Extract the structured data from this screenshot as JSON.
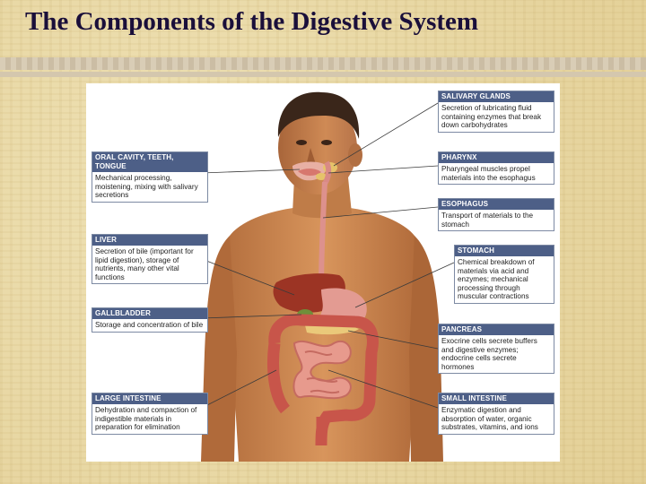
{
  "title": "The Components of the Digestive System",
  "labels": {
    "salivary_glands": {
      "heading": "SALIVARY GLANDS",
      "text": "Secretion of lubricating fluid containing enzymes that break down carbohydrates"
    },
    "oral_cavity": {
      "heading": "ORAL CAVITY, TEETH, TONGUE",
      "text": "Mechanical processing, moistening, mixing with salivary secretions"
    },
    "pharynx": {
      "heading": "PHARYNX",
      "text": "Pharyngeal muscles propel materials into the esophagus"
    },
    "esophagus": {
      "heading": "ESOPHAGUS",
      "text": "Transport of materials to the stomach"
    },
    "liver": {
      "heading": "LIVER",
      "text": "Secretion of bile (important for lipid digestion), storage of nutrients, many other vital functions"
    },
    "stomach": {
      "heading": "STOMACH",
      "text": "Chemical breakdown of materials via acid and enzymes; mechanical processing through muscular contractions"
    },
    "gallbladder": {
      "heading": "GALLBLADDER",
      "text": "Storage and concentration of bile"
    },
    "pancreas": {
      "heading": "PANCREAS",
      "text": "Exocrine cells secrete buffers and digestive enzymes; endocrine cells secrete hormones"
    },
    "large_intestine": {
      "heading": "LARGE INTESTINE",
      "text": "Dehydration and compaction of indigestible materials in preparation for elimination"
    },
    "small_intestine": {
      "heading": "SMALL INTESTINE",
      "text": "Enzymatic digestion and absorption of water, organic substrates, vitamins, and ions"
    }
  }
}
